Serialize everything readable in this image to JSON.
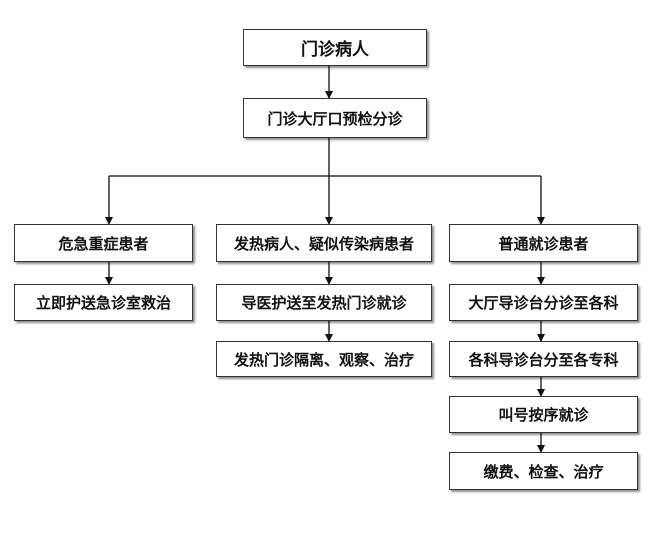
{
  "flow": {
    "root": "门诊病人",
    "triage": "门诊大厅口预检分诊",
    "branches": {
      "emergency": {
        "category": "危急重症患者",
        "steps": [
          "立即护送急诊室救治"
        ]
      },
      "fever": {
        "category": "发热病人、疑似传染病患者",
        "steps": [
          "导医护送至发热门诊就诊",
          "发热门诊隔离、观察、治疗"
        ]
      },
      "general": {
        "category": "普通就诊患者",
        "steps": [
          "大厅导诊台分诊至各科",
          "各科导诊台分至各专科",
          "叫号按序就诊",
          "缴费、检查、治疗"
        ]
      }
    }
  },
  "colors": {
    "line": "#111111",
    "border": "#333333",
    "text": "#111111"
  }
}
